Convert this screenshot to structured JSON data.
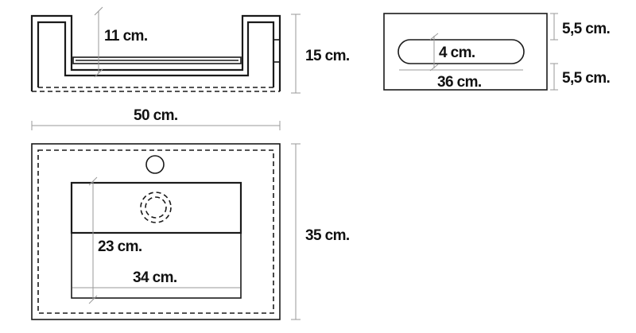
{
  "labels": {
    "side_inner_height": "11 cm.",
    "side_height": "15 cm.",
    "front_slot_height": "4 cm.",
    "front_slot_width": "36 cm.",
    "front_top_margin": "5,5 cm.",
    "front_bottom_margin": "5,5 cm.",
    "top_width": "50 cm.",
    "top_depth": "35 cm.",
    "basin_depth": "23 cm.",
    "basin_width": "34 cm."
  }
}
